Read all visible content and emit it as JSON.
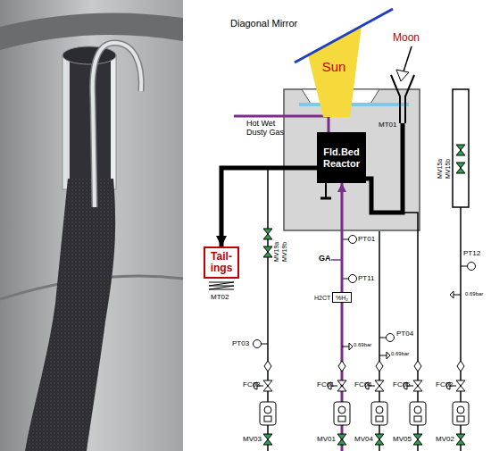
{
  "diagram": {
    "nodes": [
      {
        "text": [
          "Sun"
        ]
      },
      {
        "text": [
          "Fld.Bed Reactor"
        ]
      },
      {
        "text": [
          "Tail- ings"
        ]
      },
      {
        "text": [
          "%H₂"
        ]
      }
    ],
    "edges": [
      {
        "from": 1,
        "to": 2,
        "arrow": "to"
      },
      {
        "from": 3,
        "to": 1,
        "arrow": "to"
      }
    ],
    "labels": [
      "Diagonal Mirror",
      "Moon",
      "MT01",
      "Hot Wet Dusty Gas",
      "MV19a",
      "MV19b",
      "MT02",
      "GA",
      "PT01",
      "PT11",
      "H2CT",
      "PT03",
      "PT04",
      "PT12",
      "MV15a",
      "MV15b",
      "0.69bar",
      "0.69bar",
      "0.69bar",
      "FC03",
      "FC01",
      "FC04",
      "FC05",
      "FC02",
      "MV03",
      "MV01",
      "MV04",
      "MV05",
      "MV02"
    ]
  }
}
